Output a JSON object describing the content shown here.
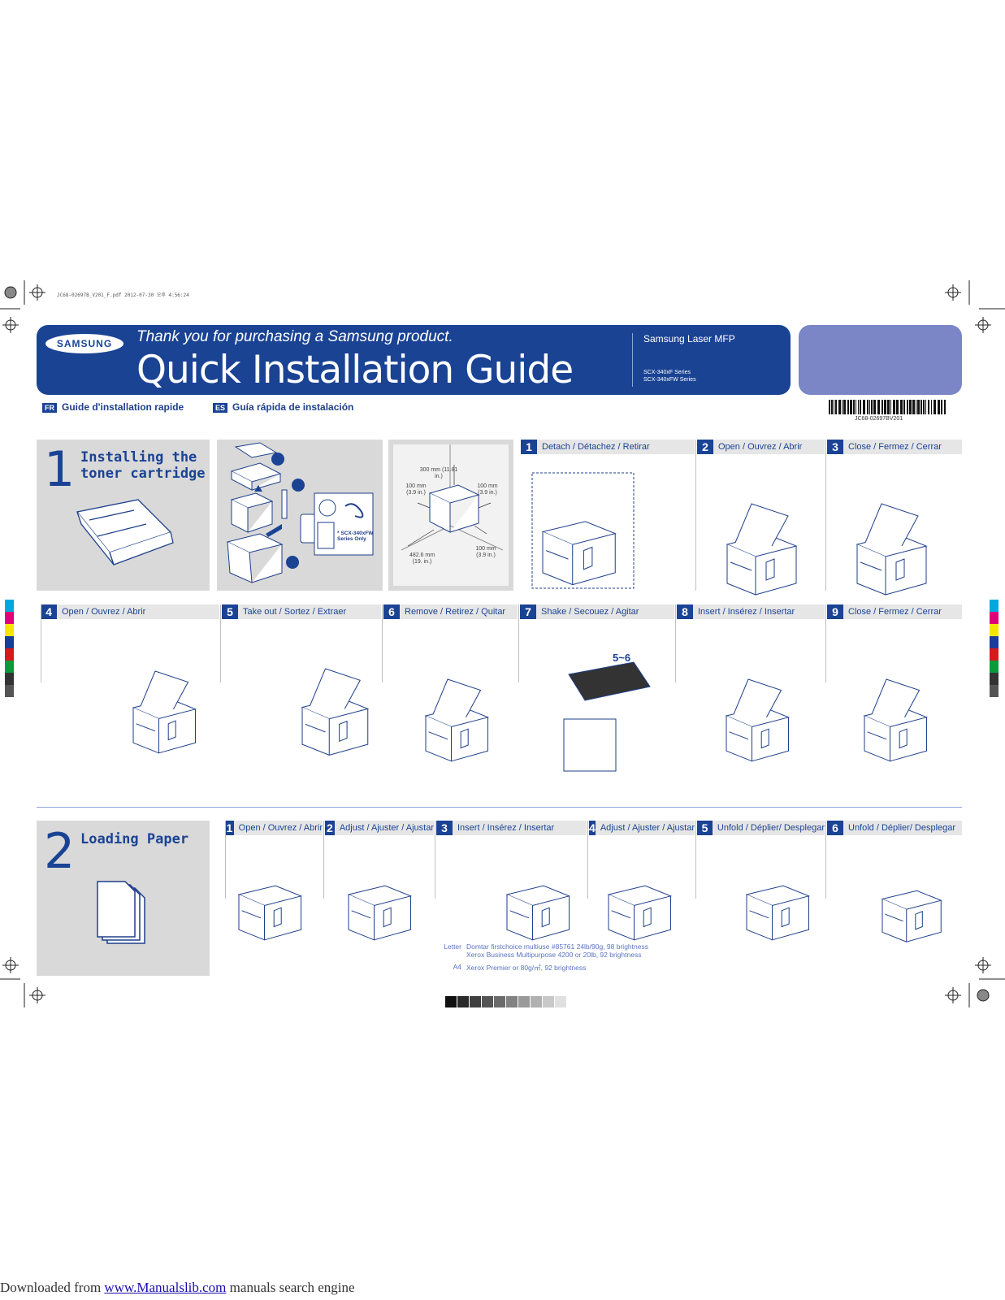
{
  "print_info": "JC68-02697B_V201_F.pdf   2012-07-30   오후 4:56:24",
  "header": {
    "brand": "SAMSUNG",
    "tagline": "Thank you for purchasing a Samsung product.",
    "title": "Quick Installation Guide",
    "product": "Samsung Laser MFP",
    "models": [
      "SCX-340xF Series",
      "SCX-340xFW Series"
    ]
  },
  "languages": [
    {
      "code": "FR",
      "label": "Guide d'installation rapide"
    },
    {
      "code": "ES",
      "label": "Guía rápida de instalación"
    }
  ],
  "barcode_number": "JC68-02697BV201",
  "section1": {
    "number": "1",
    "title_line1": "Installing the",
    "title_line2": "toner cartridge",
    "unpack_note": "* SCX-340xFW Series Only",
    "clearance": {
      "top": "300 mm (11.81 in.)",
      "left": "100 mm (3.9 in.)",
      "right": "100 mm (3.9 in.)",
      "front": "482.6 mm (19. in.)",
      "back": "100 mm (3.9 in.)"
    },
    "shake_count": "5~6",
    "steps": [
      {
        "n": "1",
        "label": "Detach / Détachez / Retirar"
      },
      {
        "n": "2",
        "label": "Open / Ouvrez / Abrir"
      },
      {
        "n": "3",
        "label": "Close / Fermez / Cerrar"
      },
      {
        "n": "4",
        "label": "Open / Ouvrez / Abrir"
      },
      {
        "n": "5",
        "label": "Take out /  Sortez / Extraer"
      },
      {
        "n": "6",
        "label": "Remove / Retirez / Quitar"
      },
      {
        "n": "7",
        "label": "Shake / Secouez / Agitar"
      },
      {
        "n": "8",
        "label": "Insert / Insérez / Insertar"
      },
      {
        "n": "9",
        "label": "Close / Fermez / Cerrar"
      }
    ]
  },
  "section2": {
    "number": "2",
    "title": "Loading Paper",
    "steps": [
      {
        "n": "1",
        "label": "Open / Ouvrez / Abrir"
      },
      {
        "n": "2",
        "label": "Adjust / Ajuster / Ajustar"
      },
      {
        "n": "3",
        "label": "Insert / Insérez / Insertar"
      },
      {
        "n": "4",
        "label": "Adjust / Ajuster / Ajustar"
      },
      {
        "n": "5",
        "label": "Unfold / Déplier/ Desplegar"
      },
      {
        "n": "6",
        "label": "Unfold / Déplier/ Desplegar"
      }
    ],
    "paper_notes": [
      {
        "size": "Letter",
        "text": "Domtar firstchoice multiuse #85761 24lb/90g, 98 brightness"
      },
      {
        "size": "",
        "text": "Xerox Business Multipurpose 4200 or 20lb, 92 brightness"
      },
      {
        "size": "A4",
        "text": "Xerox Premier or 80g/㎡, 92 brightness"
      }
    ]
  },
  "footer": {
    "prefix": "Downloaded from ",
    "link": "www.Manualslib.com",
    "suffix": " manuals search engine"
  },
  "colors": {
    "brand_blue": "#1a4394",
    "accent_lavender": "#7b86c6",
    "panel_gray": "#d9d9d9"
  }
}
